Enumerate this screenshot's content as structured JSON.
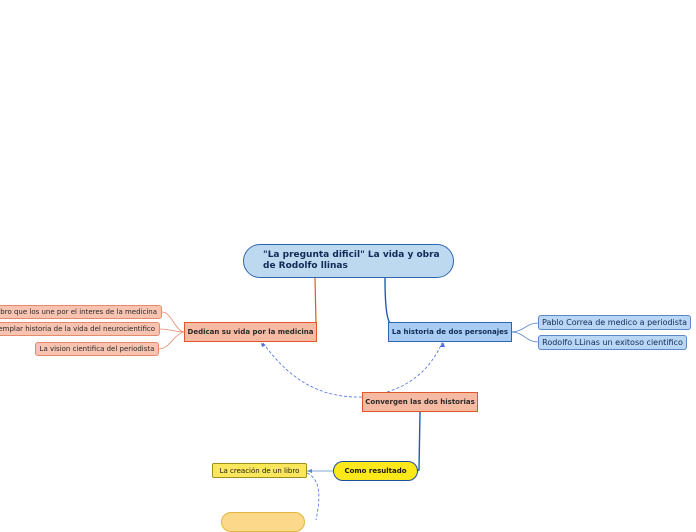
{
  "root": {
    "title": "\"La pregunta dificil\" La vida y obra de Rodolfo llinas"
  },
  "topics": {
    "medicine": "Dedican su vida por la medicina",
    "two_characters": "La historia de dos personajes",
    "converge": "Convergen las dos historias",
    "result": "Como resultado"
  },
  "medicine_items": [
    "libro que los une por el interes de la medicina",
    "emplar historia de la vida del neurocientifico",
    "La vision cientifica del periodista"
  ],
  "character_items": [
    "Pablo Correa de medico a periodista",
    "Rodolfo LLinas un exitoso cientifico"
  ],
  "result_items": [
    "La creación de un libro"
  ],
  "colors": {
    "root_fill": "#bcd9f0",
    "salmon_fill": "#f6b9a2",
    "salmon_line": "#e0572b",
    "blue_fill": "#a9cdf2",
    "blue_line": "#2f66b3",
    "yellow_fill": "#fde91a",
    "dashed_link": "#4a6fe0"
  }
}
